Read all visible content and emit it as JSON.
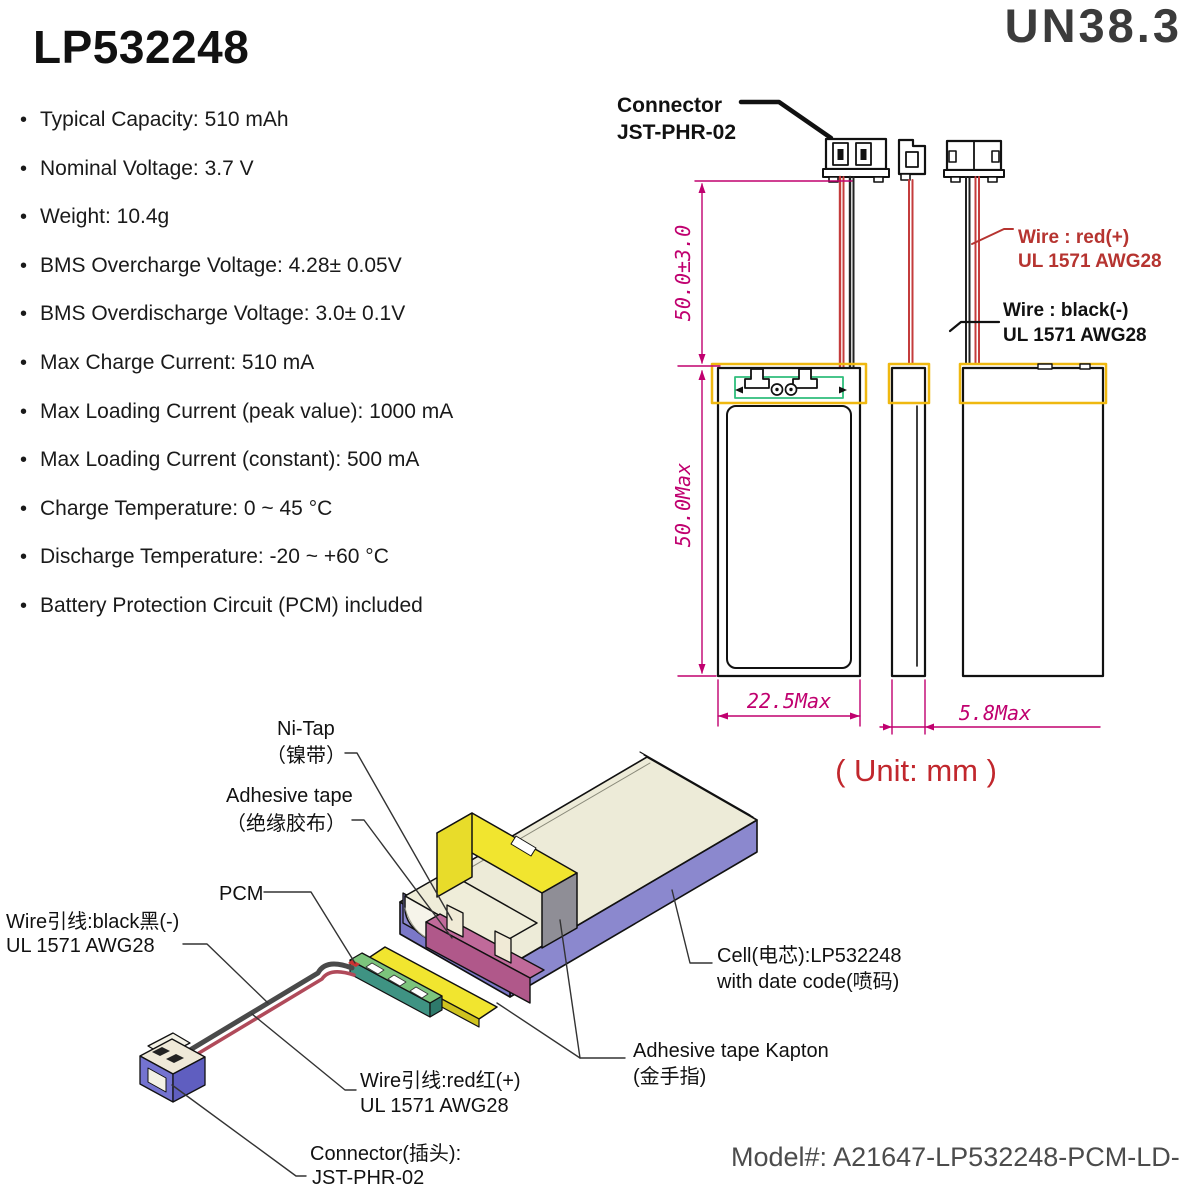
{
  "page": {
    "title": "LP532248",
    "certification": "UN38.3",
    "model_line": "Model#: A21647-LP532248-PCM-LD-"
  },
  "specs": [
    "Typical Capacity: 510 mAh",
    "Nominal Voltage: 3.7 V",
    "Weight: 10.4g",
    "BMS Overcharge Voltage: 4.28± 0.05V",
    "BMS Overdischarge Voltage: 3.0± 0.1V",
    "Max Charge Current: 510 mA",
    "Max Loading Current (peak value): 1000 mA",
    "Max Loading Current (constant): 500 mA",
    "Charge Temperature: 0 ~ 45 °C",
    "Discharge Temperature: -20 ~ +60 °C",
    "Battery Protection Circuit (PCM) included"
  ],
  "drawing": {
    "connector_label": {
      "line1": "Connector",
      "line2": "JST-PHR-02"
    },
    "wire_red": {
      "line1": "Wire : red(+)",
      "line2": "UL 1571 AWG28"
    },
    "wire_black": {
      "line1": "Wire : black(-)",
      "line2": "UL 1571 AWG28"
    },
    "dims": {
      "height_with_wire": "50.0±3.0",
      "body_height": "50.0Max",
      "body_width": "22.5Max",
      "body_thickness": "5.8Max",
      "unit_note": "( Unit: mm )"
    },
    "colors": {
      "dimension_magenta": "#c0006f",
      "red_accent": "#b63430",
      "yellow_outline": "#efb810",
      "green_outline": "#2ebd7b"
    }
  },
  "exploded": {
    "labels": {
      "ni_tap": {
        "line1": "Ni-Tap",
        "line2": "（镍带）"
      },
      "adhesive_tape": {
        "line1": "Adhesive tape",
        "line2": "（绝缘胶布）"
      },
      "pcm": "PCM",
      "wire_black": {
        "line1": "Wire引线:black黑(-)",
        "line2": "UL 1571 AWG28"
      },
      "wire_red": {
        "line1": "Wire引线:red红(+)",
        "line2": "UL 1571 AWG28"
      },
      "connector": {
        "line1": "Connector(插头):",
        "line2": "JST-PHR-02"
      },
      "kapton": {
        "line1": "Adhesive tape Kapton",
        "line2": "(金手指)"
      },
      "cell": {
        "line1": "Cell(电芯):LP532248",
        "line2": "with date code(喷码)"
      }
    },
    "colors": {
      "cell_top": "#edebd8",
      "cell_side": "#8b88ce",
      "tape_yellow": "#f1e52f",
      "pcm_green": "#7cc47c",
      "seal_pink": "#b0588a"
    }
  }
}
